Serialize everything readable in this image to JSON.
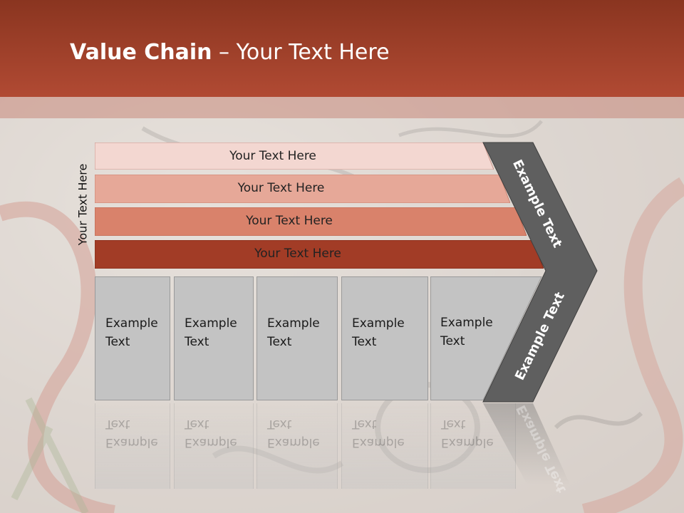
{
  "slide": {
    "title_bold": "Value Chain",
    "title_rest": " – Your Text Here",
    "side_label": "Your Text Here"
  },
  "bars": [
    {
      "label": "Your Text Here",
      "color": "#f3d7d1"
    },
    {
      "label": "Your Text Here",
      "color": "#e6a898"
    },
    {
      "label": "Your Text Here",
      "color": "#d9826b"
    },
    {
      "label": "Your Text Here",
      "color": "#a23c26"
    }
  ],
  "boxes": [
    {
      "line1": "Example",
      "line2": "Text"
    },
    {
      "line1": "Example",
      "line2": "Text"
    },
    {
      "line1": "Example",
      "line2": "Text"
    },
    {
      "line1": "Example",
      "line2": "Text"
    },
    {
      "line1": "Example",
      "line2": "Text"
    }
  ],
  "chevron": {
    "upper_label": "Example Text",
    "lower_label": "Example Text",
    "color": "#5f5f5f"
  },
  "colors": {
    "header": "#b14a33",
    "box_fill": "#c3c3c3"
  }
}
